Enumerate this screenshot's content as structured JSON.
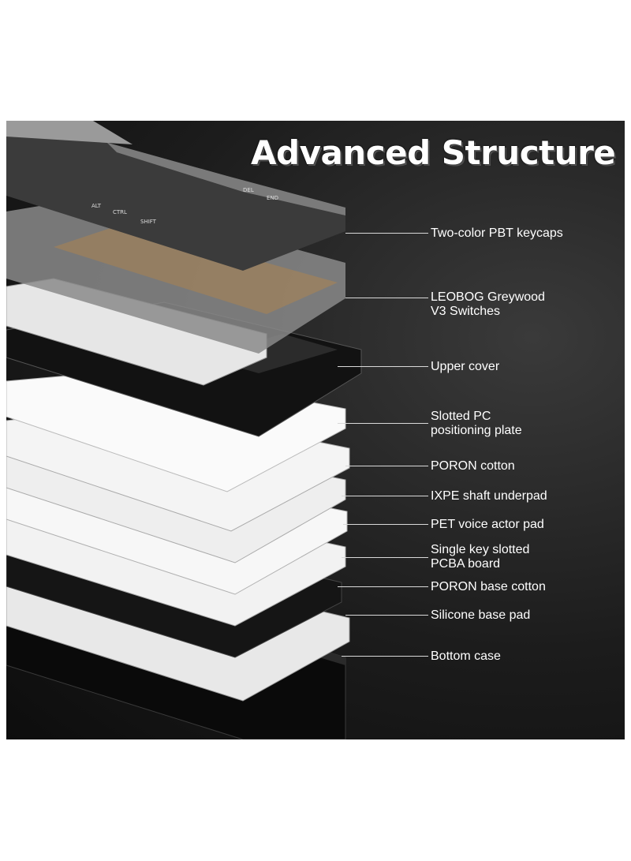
{
  "title": "Advanced Structure",
  "layers": [
    {
      "name": "keycaps",
      "lines": [
        "Two-color PBT keycaps"
      ]
    },
    {
      "name": "switches",
      "lines": [
        "LEOBOG Greywood",
        "V3 Switches"
      ]
    },
    {
      "name": "upper-cover",
      "lines": [
        "Upper cover"
      ]
    },
    {
      "name": "positioning-plate",
      "lines": [
        "Slotted PC",
        "positioning plate"
      ]
    },
    {
      "name": "poron-cotton",
      "lines": [
        "PORON cotton"
      ]
    },
    {
      "name": "ixpe-underpad",
      "lines": [
        "IXPE shaft underpad"
      ]
    },
    {
      "name": "pet-pad",
      "lines": [
        "PET voice actor pad"
      ]
    },
    {
      "name": "pcba-board",
      "lines": [
        "Single key slotted",
        "PCBA board"
      ]
    },
    {
      "name": "poron-base-cotton",
      "lines": [
        "PORON base cotton"
      ]
    },
    {
      "name": "silicone-base-pad",
      "lines": [
        "Silicone base pad"
      ]
    },
    {
      "name": "bottom-case",
      "lines": [
        "Bottom case"
      ]
    }
  ],
  "keycap_legends": [
    "ALT",
    "CTRL",
    "SHIFT",
    "DEL",
    "END"
  ],
  "colors": {
    "background": "#1c1c1c",
    "text": "#ffffff",
    "leader_line": "#d9d9d9",
    "switch_accent": "#c8893a"
  }
}
